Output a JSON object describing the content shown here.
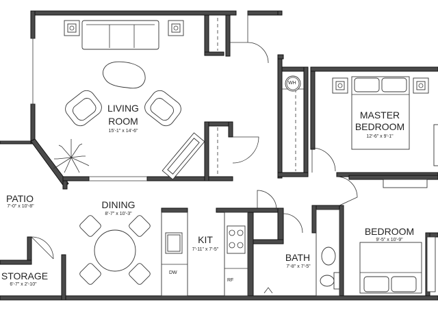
{
  "rooms": {
    "living": {
      "name_line1": "LIVING",
      "name_line2": "ROOM",
      "dims": "15'-1\" x 14'-6\""
    },
    "master": {
      "name_line1": "MASTER",
      "name_line2": "BEDROOM",
      "dims": "12'-6\" x 9'-1\""
    },
    "bedroom": {
      "name": "BEDROOM",
      "dims": "9'-5\" x 10'-9\""
    },
    "patio": {
      "name": "PATIO",
      "dims": "7'-0\" x 10'-8\""
    },
    "dining": {
      "name": "DINING",
      "dims": "8'-7\" x 10'-3\""
    },
    "kit": {
      "name": "KIT",
      "dims": "7'-11\" x 7'-5\""
    },
    "bath": {
      "name": "BATH",
      "dims": "7'-8\" x 7'-5\""
    },
    "storage": {
      "name": "STORAGE",
      "dims": "6'-7\" x 2'-10\""
    }
  },
  "fixtures": {
    "water_heater": "WH",
    "dishwasher": "DW",
    "refrigerator": "RF"
  },
  "colors": {
    "wall_fill": "#4a4a4a",
    "line": "#222222",
    "background": "#ffffff"
  }
}
